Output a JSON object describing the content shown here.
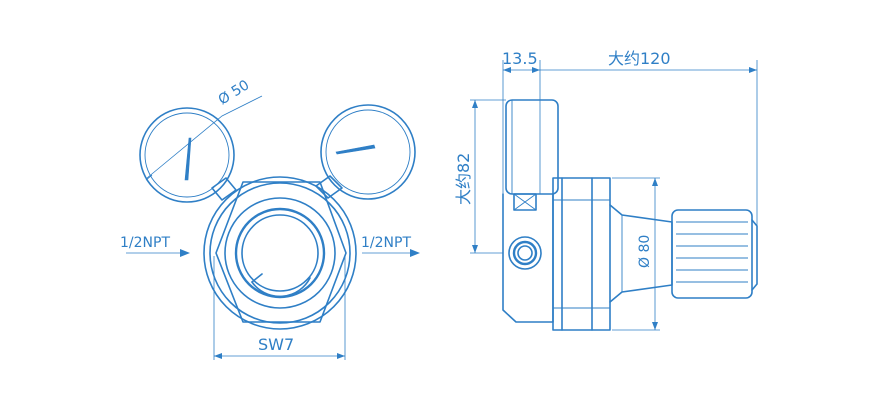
{
  "labels": {
    "inlet_port": "1/2NPT",
    "outlet_port": "1/2NPT",
    "gauge_diameter": "Ø 50",
    "wrench_size": "SW7",
    "dim_width_short": "13.5",
    "dim_width_total": "大约120",
    "dim_height": "大约82",
    "dim_knob_diameter": "Ø 80"
  },
  "colors": {
    "line": "#2f7fc6",
    "background": "#ffffff"
  }
}
